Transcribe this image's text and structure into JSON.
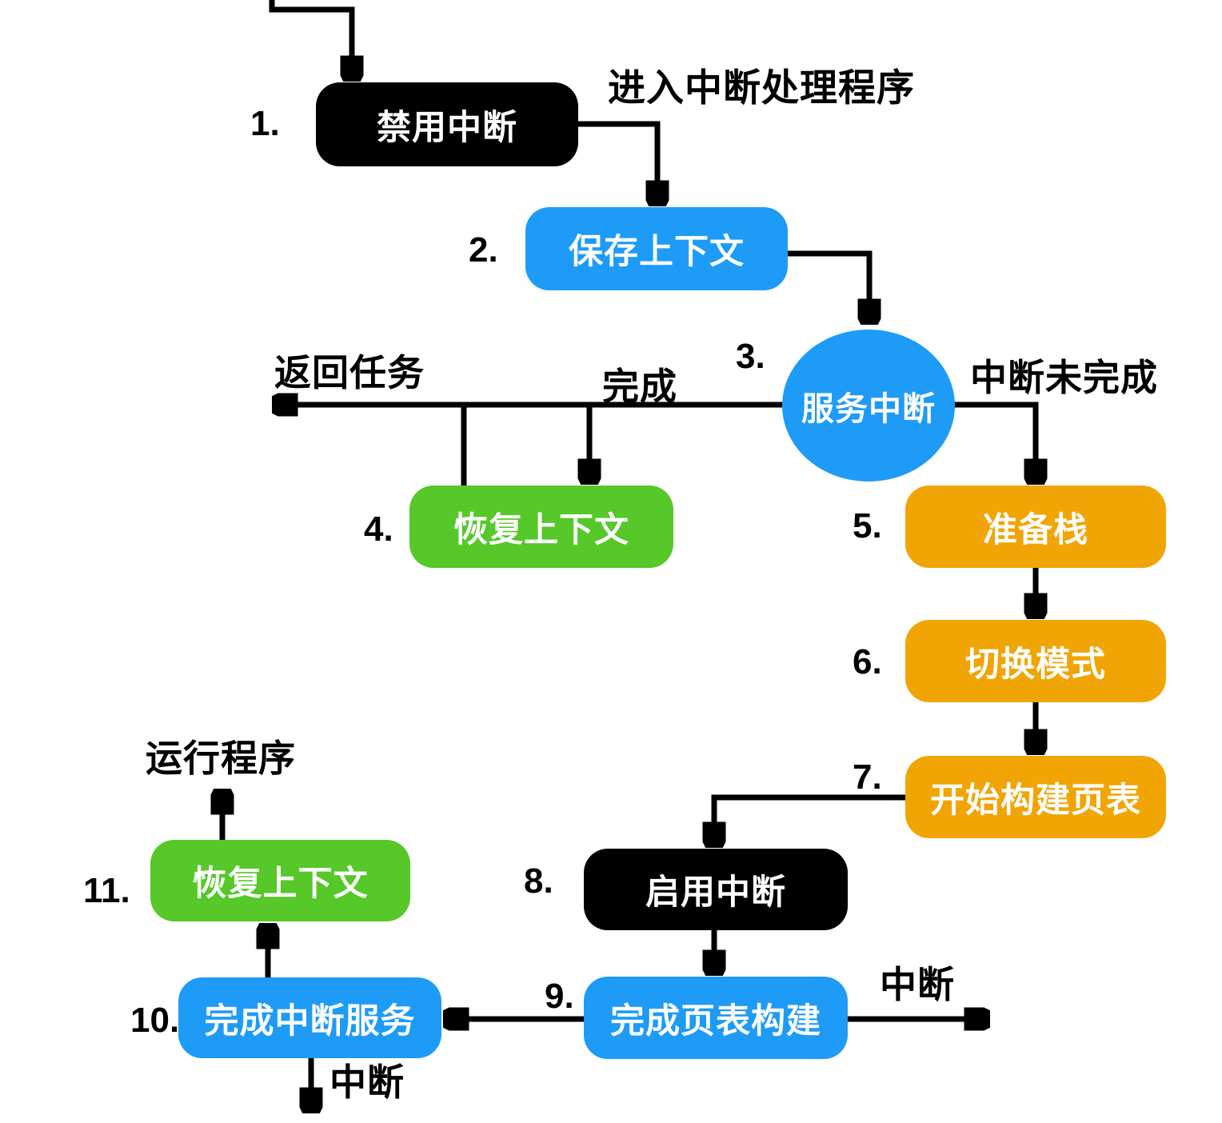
{
  "colors": {
    "blue": "#1E9BF6",
    "green": "#56C82A",
    "orange": "#F0A505",
    "black": "#000000",
    "line": "#000000",
    "background": "#FFFFFF"
  },
  "nodes": [
    {
      "number": "1.",
      "label": "禁用中断",
      "shape": "rect",
      "color": "#000000"
    },
    {
      "number": "2.",
      "label": "保存上下文",
      "shape": "rect",
      "color": "#1E9BF6"
    },
    {
      "number": "3.",
      "label": "服务中断",
      "shape": "circle",
      "color": "#1E9BF6"
    },
    {
      "number": "4.",
      "label": "恢复上下文",
      "shape": "rect",
      "color": "#56C82A"
    },
    {
      "number": "5.",
      "label": "准备栈",
      "shape": "rect",
      "color": "#F0A505"
    },
    {
      "number": "6.",
      "label": "切换模式",
      "shape": "rect",
      "color": "#F0A505"
    },
    {
      "number": "7.",
      "label": "开始构建页表",
      "shape": "rect",
      "color": "#F0A505"
    },
    {
      "number": "8.",
      "label": "启用中断",
      "shape": "rect",
      "color": "#000000"
    },
    {
      "number": "9.",
      "label": "完成页表构建",
      "shape": "rect",
      "color": "#1E9BF6"
    },
    {
      "number": "10.",
      "label": "完成中断服务",
      "shape": "rect",
      "color": "#1E9BF6"
    },
    {
      "number": "11.",
      "label": "恢复上下文",
      "shape": "rect",
      "color": "#56C82A"
    }
  ],
  "edge_labels": {
    "enter_handler": "进入中断处理程序",
    "interrupt_not_done": "中断未完成",
    "done": "完成",
    "return_task": "返回任务",
    "run_program": "运行程序",
    "interrupt_right": "中断",
    "interrupt_bottom": "中断"
  },
  "edges": [
    {
      "from": "entry",
      "to": "禁用中断",
      "label": ""
    },
    {
      "from": "禁用中断",
      "to": "保存上下文",
      "label": "进入中断处理程序"
    },
    {
      "from": "保存上下文",
      "to": "服务中断",
      "label": ""
    },
    {
      "from": "服务中断",
      "to": "恢复上下文",
      "label": "完成"
    },
    {
      "from": "恢复上下文",
      "to": "返回任务",
      "label": "返回任务"
    },
    {
      "from": "服务中断",
      "to": "准备栈",
      "label": "中断未完成"
    },
    {
      "from": "准备栈",
      "to": "切换模式",
      "label": ""
    },
    {
      "from": "切换模式",
      "to": "开始构建页表",
      "label": ""
    },
    {
      "from": "开始构建页表",
      "to": "启用中断",
      "label": ""
    },
    {
      "from": "启用中断",
      "to": "完成页表构建",
      "label": ""
    },
    {
      "from": "完成页表构建",
      "to": "完成中断服务",
      "label": ""
    },
    {
      "from": "完成页表构建",
      "to": "out-right",
      "label": "中断"
    },
    {
      "from": "完成中断服务",
      "to": "恢复上下文(11)",
      "label": ""
    },
    {
      "from": "完成中断服务",
      "to": "out-bottom",
      "label": "中断"
    },
    {
      "from": "恢复上下文(11)",
      "to": "运行程序",
      "label": "运行程序"
    }
  ]
}
